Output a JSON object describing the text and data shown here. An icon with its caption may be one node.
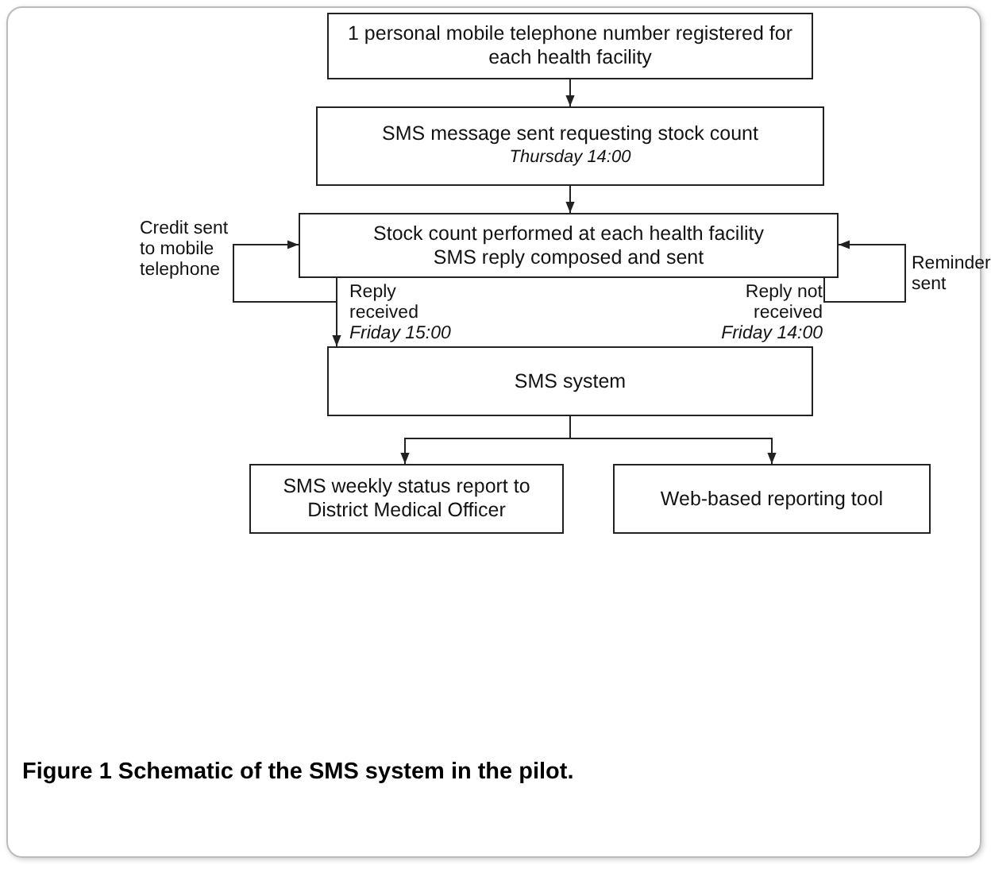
{
  "diagram": {
    "caption": "Figure 1 Schematic of the SMS system in the pilot.",
    "nodes": [
      {
        "text": [
          "1 personal mobile telephone number registered for each health facility"
        ]
      },
      {
        "text": [
          "SMS message sent requesting stock count",
          "Thursday 14:00"
        ]
      },
      {
        "text": [
          "Stock count performed at each health facility",
          "SMS reply composed and sent"
        ]
      },
      {
        "text": [
          "SMS system"
        ]
      },
      {
        "text": [
          "SMS weekly status report to District Medical Officer"
        ]
      },
      {
        "text": [
          "Web-based reporting tool"
        ]
      }
    ],
    "edges": [
      {
        "from": 0,
        "to": 1,
        "arrow": "to"
      },
      {
        "from": 1,
        "to": 2,
        "arrow": "to"
      },
      {
        "from": 2,
        "to": 2,
        "arrow": "to",
        "label": "Credit sent to mobile telephone"
      },
      {
        "from": 2,
        "to": 3,
        "arrow": "to",
        "label": "Reply received *Friday 15:00*"
      },
      {
        "from": 2,
        "to": 2,
        "arrow": "to",
        "label": "Reply not received *Friday 14:00*"
      },
      {
        "from": 3,
        "to": 4,
        "arrow": "to"
      },
      {
        "from": 3,
        "to": 5,
        "arrow": "to"
      }
    ],
    "labels": [
      "Reminder sent"
    ]
  }
}
